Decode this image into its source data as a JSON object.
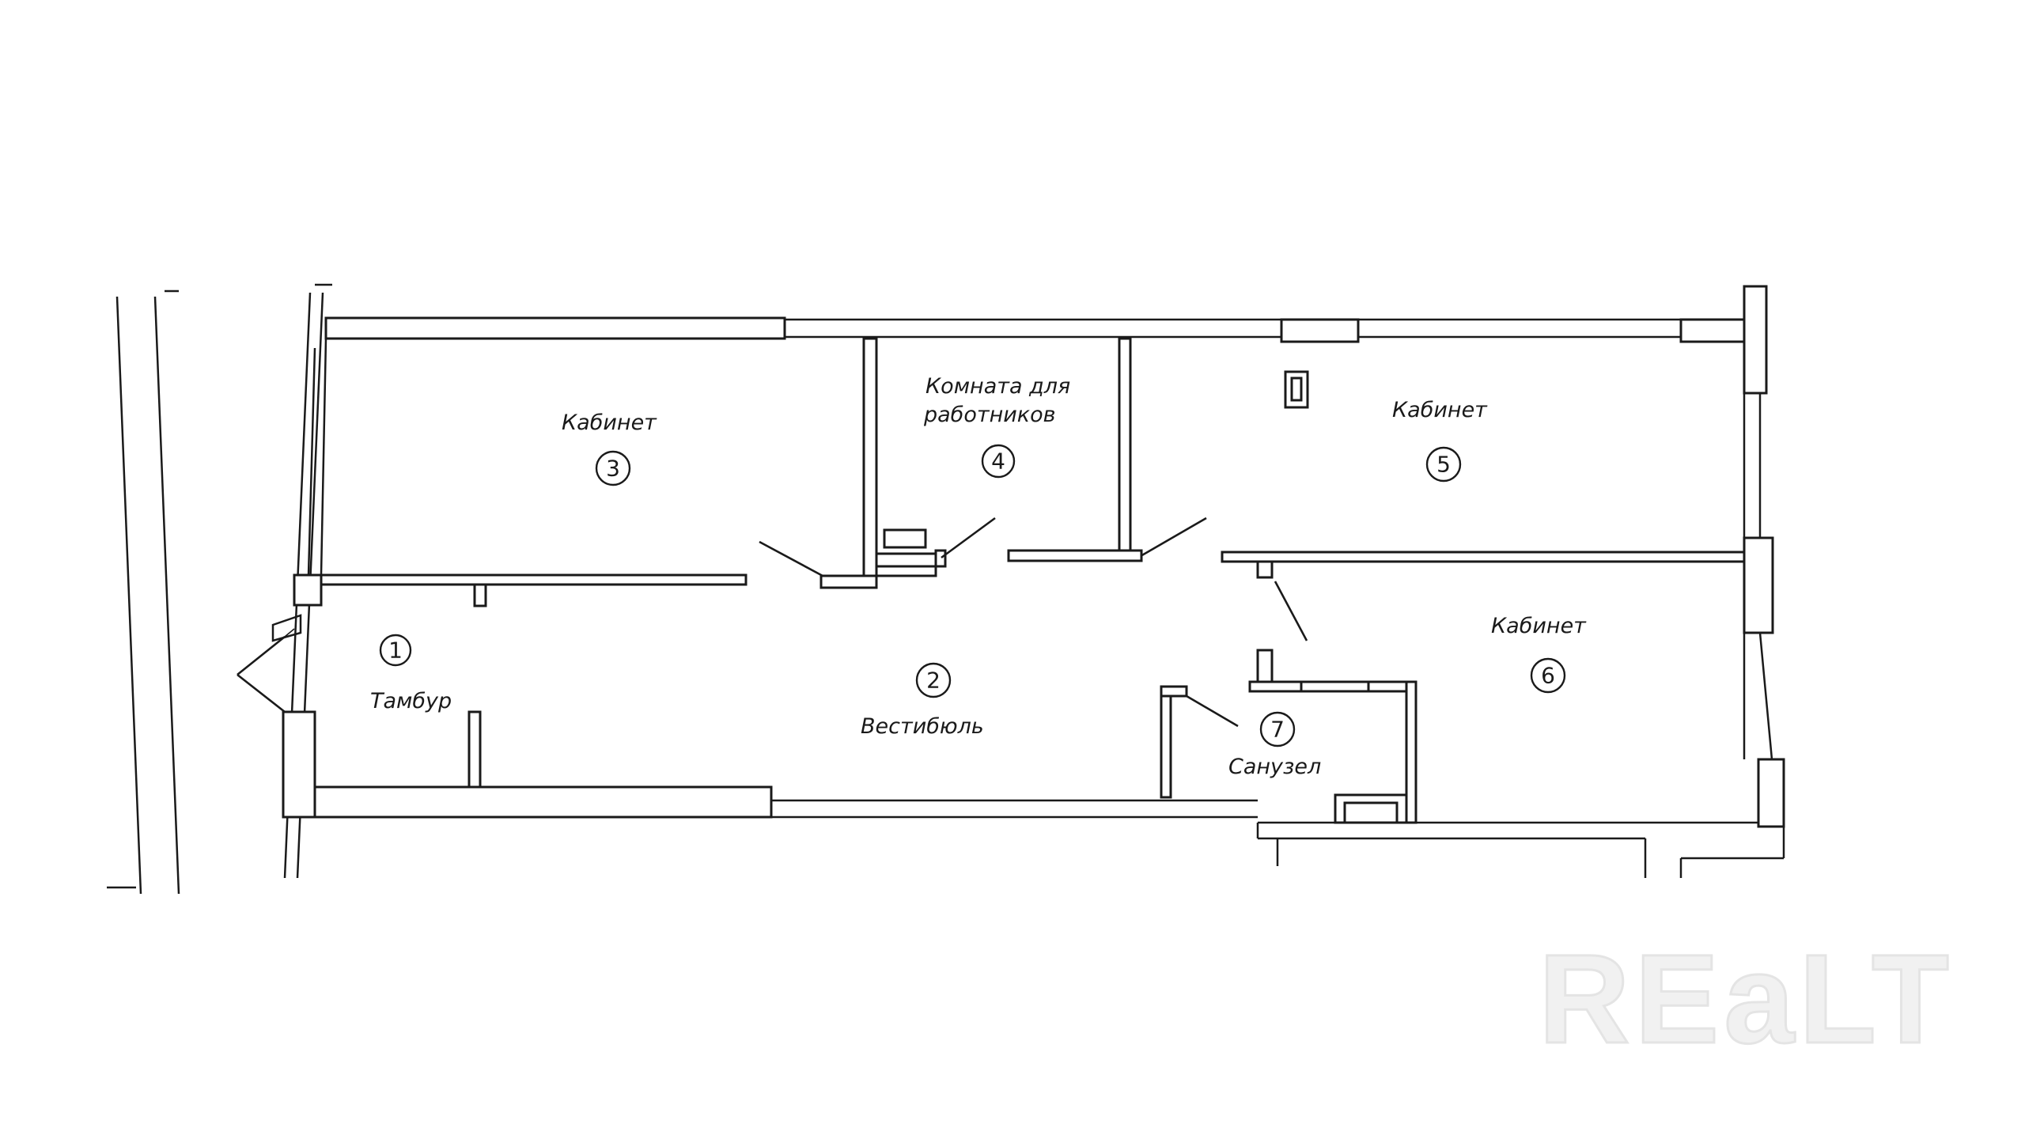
{
  "rooms": [
    {
      "number": "1",
      "name": "Тамбур"
    },
    {
      "number": "2",
      "name": "Вестибюль"
    },
    {
      "number": "3",
      "name": "Кабинет"
    },
    {
      "number": "4",
      "name_line1": "Комната для",
      "name_line2": "работников"
    },
    {
      "number": "5",
      "name": "Кабинет"
    },
    {
      "number": "6",
      "name": "Кабинет"
    },
    {
      "number": "7",
      "name": "Санузел"
    }
  ],
  "watermark": "REaLT",
  "colors": {
    "line": "#1a1a1a",
    "background": "#ffffff",
    "watermark": "#e4e4e4"
  }
}
